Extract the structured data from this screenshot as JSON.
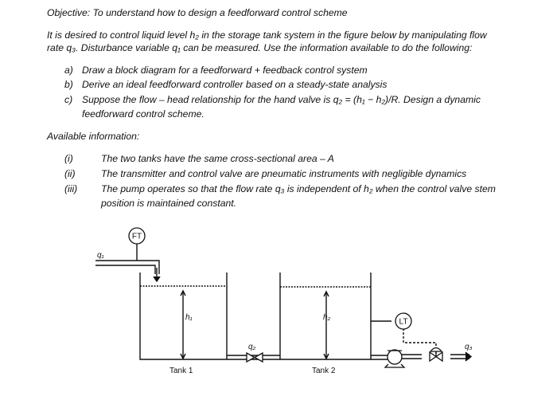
{
  "objective": "Objective: To understand how to design a feedforward control scheme",
  "intro_line1": "It is desired to control liquid level h₂ in the storage tank system in the figure below by manipulating flow",
  "intro_line2": "rate q₃. Disturbance variable q₁ can be measured. Use the information available to do the following:",
  "tasks": [
    {
      "marker": "a)",
      "text": "Draw a block diagram for a feedforward + feedback control system"
    },
    {
      "marker": "b)",
      "text": "Derive an ideal feedforward controller based on a steady-state analysis"
    },
    {
      "marker": "c)",
      "text": "Suppose the flow – head relationship for the hand valve is q₂ = (h₁ − h₂)/R. Design a dynamic"
    },
    {
      "marker": "",
      "text": "feedforward control scheme."
    }
  ],
  "available_heading": "Available information:",
  "info": [
    {
      "marker": "(i)",
      "text": "The two tanks have the same cross-sectional area – A"
    },
    {
      "marker": "(ii)",
      "text": "The transmitter and control valve are pneumatic instruments with negligible dynamics"
    },
    {
      "marker": "(iii)",
      "text": "The pump operates so that the flow rate q₃ is independent of h₂ when the control valve stem"
    },
    {
      "marker": "",
      "text": "position is maintained constant."
    }
  ],
  "diagram": {
    "ft": "FT",
    "lt": "LT",
    "q1": "q₁",
    "q2": "q₂",
    "q3": "q₃",
    "h1": "h₁",
    "h2": "h₂",
    "tank1": "Tank 1",
    "tank2": "Tank 2"
  }
}
